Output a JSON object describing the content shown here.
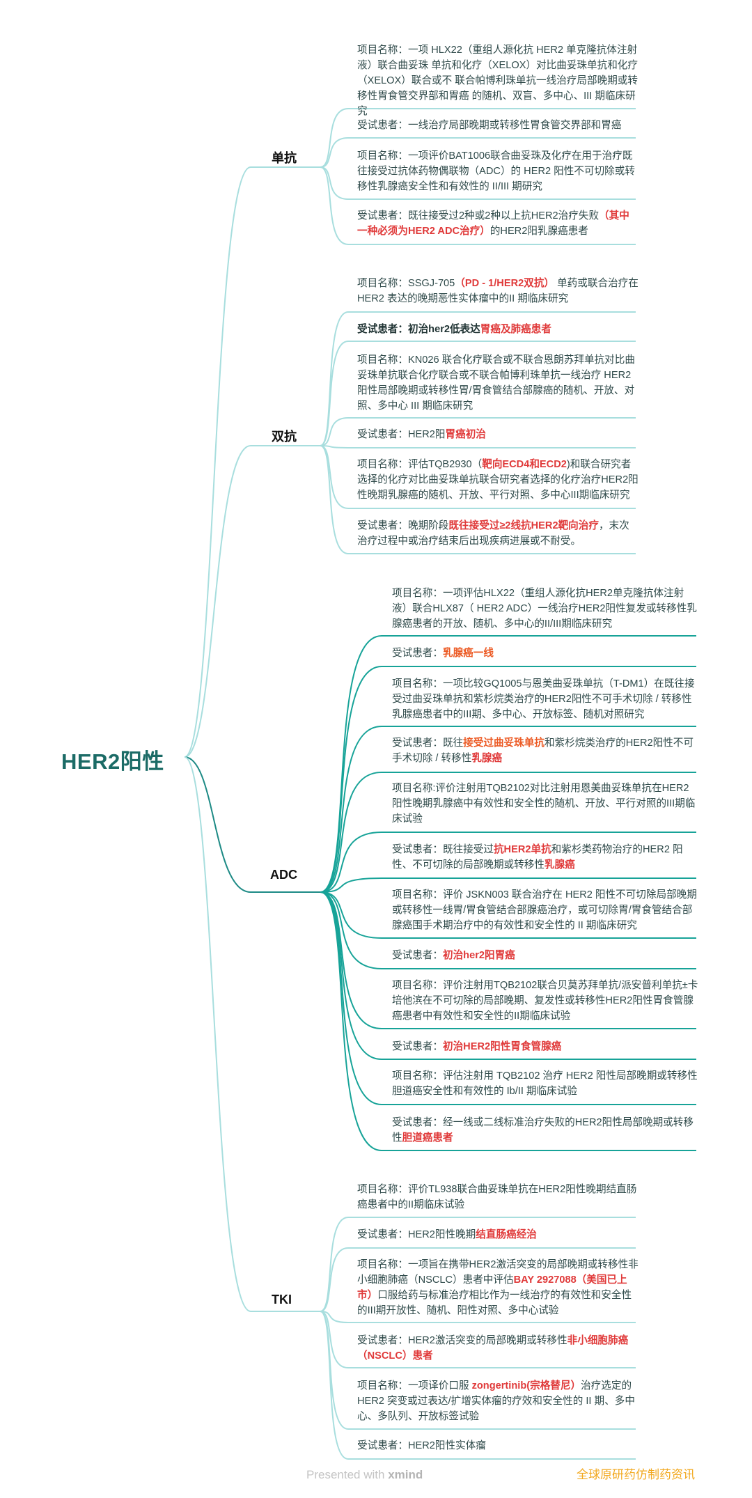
{
  "root": {
    "label": "HER2阳性"
  },
  "colors": {
    "light_branch": "#a8dede",
    "adc_branch": "#17a398",
    "root_link_adc": "#1d8a85",
    "highlight_red": "#e03a3a",
    "highlight_orange": "#ec5a24",
    "root_text": "#1b6b66"
  },
  "groups": [
    {
      "label": "单抗",
      "items": [
        {
          "segs": [
            {
              "t": "项目名称：一项 HLX22（重组人源化抗 HER2 单克隆抗体注射液）联合曲妥珠 单抗和化疗（XELOX）对比曲妥珠单抗和化疗（XELOX）联合或不 联合帕博利珠单抗一线治疗局部晚期或转移性胃食管交界部和胃癌 的随机、双盲、多中心、III 期临床研究",
              "s": ""
            }
          ]
        },
        {
          "segs": [
            {
              "t": "受试患者：一线治疗局部晚期或转移性胃食管交界部和胃癌",
              "s": ""
            }
          ]
        },
        {
          "segs": [
            {
              "t": "项目名称：一项评价BAT1006联合曲妥珠及化疗在用于治疗既往接受过抗体药物偶联物（ADC）的 HER2 阳性不可切除或转移性乳腺癌安全性和有效性的 II/III 期研究",
              "s": ""
            }
          ]
        },
        {
          "segs": [
            {
              "t": "受试患者：既往接受过2种或2种以上抗HER2治疗失败",
              "s": ""
            },
            {
              "t": "（其中一种必须为HER2 ADC治疗）",
              "s": "rb"
            },
            {
              "t": "的HER2阳乳腺癌患者",
              "s": ""
            }
          ]
        }
      ]
    },
    {
      "label": "双抗",
      "items": [
        {
          "segs": [
            {
              "t": "项目名称：SSGJ-705",
              "s": ""
            },
            {
              "t": "（PD - 1/HER2双抗）",
              "s": "rb"
            },
            {
              "t": " 单药或联合治疗在HER2 表达的晚期恶性实体瘤中的II 期临床研究",
              "s": ""
            }
          ]
        },
        {
          "segs": [
            {
              "t": "受试患者：初治her2低表达",
              "s": "b"
            },
            {
              "t": "胃癌及肺癌患者",
              "s": "rb"
            }
          ]
        },
        {
          "segs": [
            {
              "t": "项目名称：KN026 联合化疗联合或不联合恩朗苏拜单抗对比曲妥珠单抗联合化疗联合或不联合帕博利珠单抗一线治疗 HER2 阳性局部晚期或转移性胃/胃食管结合部腺癌的随机、开放、对照、多中心 III 期临床研究",
              "s": ""
            }
          ]
        },
        {
          "segs": [
            {
              "t": "受试患者：HER2阳",
              "s": ""
            },
            {
              "t": "胃癌初治",
              "s": "rb"
            }
          ]
        },
        {
          "segs": [
            {
              "t": "项目名称：评估TQB2930（",
              "s": ""
            },
            {
              "t": "靶向ECD4和ECD2",
              "s": "rb"
            },
            {
              "t": ")和联合研究者选择的化疗对比曲妥珠单抗联合研究者选择的化疗治疗HER2阳性晚期乳腺癌的随机、开放、平行对照、多中心III期临床研究",
              "s": ""
            }
          ]
        },
        {
          "segs": [
            {
              "t": "受试患者：晚期阶段",
              "s": ""
            },
            {
              "t": "既往接受过≥2线抗HER2靶向治疗",
              "s": "rb"
            },
            {
              "t": "，末次治疗过程中或治疗结束后出现疾病进展或不耐受。",
              "s": ""
            }
          ]
        }
      ]
    },
    {
      "label": "ADC",
      "items": [
        {
          "segs": [
            {
              "t": "项目名称：一项评估HLX22（重组人源化抗HER2单克隆抗体注射液）联合HLX87（ HER2 ADC）一线治疗HER2阳性复发或转移性乳腺癌患者的开放、随机、多中心的II/III期临床研究",
              "s": ""
            }
          ]
        },
        {
          "segs": [
            {
              "t": "受试患者：",
              "s": ""
            },
            {
              "t": "乳腺癌一线",
              "s": "o"
            }
          ]
        },
        {
          "segs": [
            {
              "t": "项目名称：一项比较GQ1005与恩美曲妥珠单抗（T-DM1）在既往接受过曲妥珠单抗和紫杉烷类治疗的HER2阳性不可手术切除 / 转移性乳腺癌患者中的III期、多中心、开放标签、随机对照研究",
              "s": ""
            }
          ]
        },
        {
          "segs": [
            {
              "t": "受试患者：既往",
              "s": ""
            },
            {
              "t": "接受过曲妥珠单抗",
              "s": "o"
            },
            {
              "t": "和紫杉烷类治疗的HER2阳性不可手术切除 / 转移性",
              "s": ""
            },
            {
              "t": "乳腺癌",
              "s": "rb"
            }
          ]
        },
        {
          "segs": [
            {
              "t": "项目名称:评价注射用TQB2102对比注射用恩美曲妥珠单抗在HER2阳性晚期乳腺癌中有效性和安全性的随机、开放、平行对照的III期临床试验",
              "s": ""
            }
          ]
        },
        {
          "segs": [
            {
              "t": "受试患者：既往接受过",
              "s": ""
            },
            {
              "t": "抗HER2单抗",
              "s": "rb"
            },
            {
              "t": "和紫杉类药物治疗的HER2 阳性、不可切除的局部晚期或转移性",
              "s": ""
            },
            {
              "t": "乳腺癌",
              "s": "rb"
            }
          ]
        },
        {
          "segs": [
            {
              "t": "项目名称：评价 JSKN003 联合治疗在 HER2 阳性不可切除局部晚期或转移性一线胃/胃食管结合部腺癌治疗，或可切除胃/胃食管结合部腺癌围手术期治疗中的有效性和安全性的 II 期临床研究",
              "s": ""
            }
          ]
        },
        {
          "segs": [
            {
              "t": "受试患者：",
              "s": ""
            },
            {
              "t": "初治her2阳胃癌",
              "s": "rb"
            }
          ]
        },
        {
          "segs": [
            {
              "t": "项目名称：评价注射用TQB2102联合贝莫苏拜单抗/派安普利单抗±卡培他滨在不可切除的局部晚期、复发性或转移性HER2阳性胃食管腺癌患者中有效性和安全性的II期临床试验",
              "s": ""
            }
          ]
        },
        {
          "segs": [
            {
              "t": "受试患者：",
              "s": ""
            },
            {
              "t": "初治HER2阳性胃食管腺癌",
              "s": "rb"
            }
          ]
        },
        {
          "segs": [
            {
              "t": "项目名称：评估注射用 TQB2102 治疗 HER2 阳性局部晚期或转移性胆道癌安全性和有效性的 Ib/II 期临床试验",
              "s": ""
            }
          ]
        },
        {
          "segs": [
            {
              "t": "受试患者：经一线或二线标准治疗失败的HER2阳性局部晚期或转移性",
              "s": ""
            },
            {
              "t": "胆道癌患者",
              "s": "rb"
            }
          ]
        }
      ]
    },
    {
      "label": "TKI",
      "items": [
        {
          "segs": [
            {
              "t": "项目名称：评价TL938联合曲妥珠单抗在HER2阳性晚期结直肠癌患者中的II期临床试验",
              "s": ""
            }
          ]
        },
        {
          "segs": [
            {
              "t": "受试患者：HER2阳性晚期",
              "s": ""
            },
            {
              "t": "结直肠癌经治",
              "s": "rb"
            }
          ]
        },
        {
          "segs": [
            {
              "t": "项目名称：一项旨在携带HER2激活突变的局部晚期或转移性非小细胞肺癌（NSCLC）患者中评估",
              "s": ""
            },
            {
              "t": "BAY 2927088（美国已上市）",
              "s": "rb"
            },
            {
              "t": "口服给药与标准治疗相比作为一线治疗的有效性和安全性的III期开放性、随机、阳性对照、多中心试验",
              "s": ""
            }
          ]
        },
        {
          "segs": [
            {
              "t": "受试患者：HER2激活突变的局部晚期或转移性",
              "s": ""
            },
            {
              "t": "非小细胞肺癌（NSCLC）患者",
              "s": "rb"
            }
          ]
        },
        {
          "segs": [
            {
              "t": "项目名称：一项译价口服 ",
              "s": ""
            },
            {
              "t": "zongertinib(宗格替尼）",
              "s": "rb"
            },
            {
              "t": "治疗选定的HER2 突变或过表达/扩增实体瘤的疗效和安全性的 II 期、多中心、多队列、开放标签试验",
              "s": ""
            }
          ]
        },
        {
          "segs": [
            {
              "t": "受试患者：HER2阳性实体瘤",
              "s": ""
            }
          ]
        }
      ]
    }
  ],
  "footer": {
    "presented": "Presented with ",
    "brand": "xmind"
  },
  "watermark": "全球原研药仿制药资讯"
}
